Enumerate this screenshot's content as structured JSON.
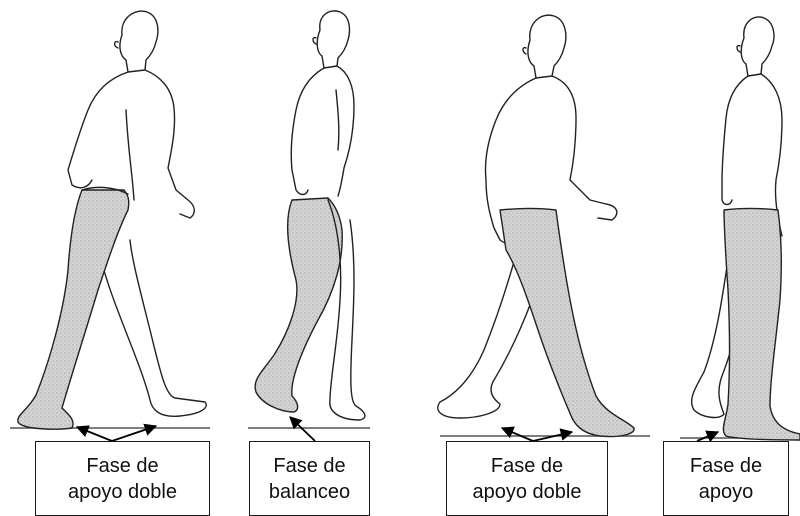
{
  "figures": [
    {
      "id": "figure-1",
      "caption": [
        "Fase de",
        "apoyo doble"
      ]
    },
    {
      "id": "figure-2",
      "caption": [
        "Fase de",
        "balanceo"
      ]
    },
    {
      "id": "figure-3",
      "caption": [
        "Fase de",
        "apoyo doble"
      ]
    },
    {
      "id": "figure-4",
      "caption": [
        "Fase de",
        "apoyo"
      ]
    }
  ],
  "colors": {
    "outline": "#222222",
    "shaded_leg": "#cfcfcf",
    "arrow": "#000000",
    "ground": "#555555"
  }
}
